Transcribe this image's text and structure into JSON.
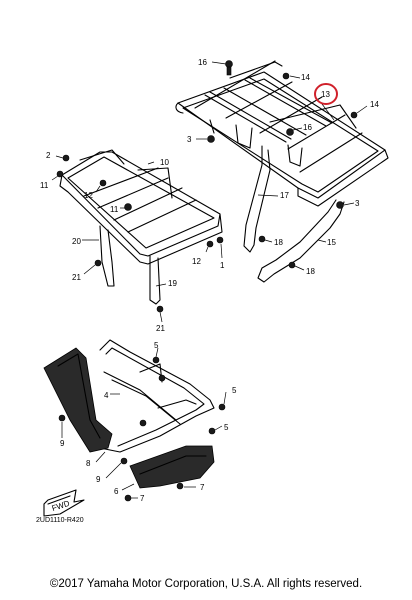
{
  "diagram": {
    "callouts": {
      "c1": "1",
      "c2": "2",
      "c3a": "3",
      "c3b": "3",
      "c4": "4",
      "c5a": "5",
      "c5b": "5",
      "c5c": "5",
      "c6": "6",
      "c7a": "7",
      "c7b": "7",
      "c8": "8",
      "c9a": "9",
      "c9b": "9",
      "c10": "10",
      "c11a": "11",
      "c11b": "11",
      "c12a": "12",
      "c12b": "12",
      "c13": "13",
      "c14a": "14",
      "c14b": "14",
      "c15": "15",
      "c16a": "16",
      "c16b": "16",
      "c17": "17",
      "c18a": "18",
      "c18b": "18",
      "c19": "19",
      "c20": "20",
      "c21a": "21",
      "c21b": "21"
    },
    "fwd_label": "FWD",
    "reference_code": "2UD1110-R420",
    "highlight_color": "#d0202a"
  },
  "footer": {
    "copyright": "©2017 Yamaha Motor Corporation, U.S.A. All rights reserved."
  }
}
